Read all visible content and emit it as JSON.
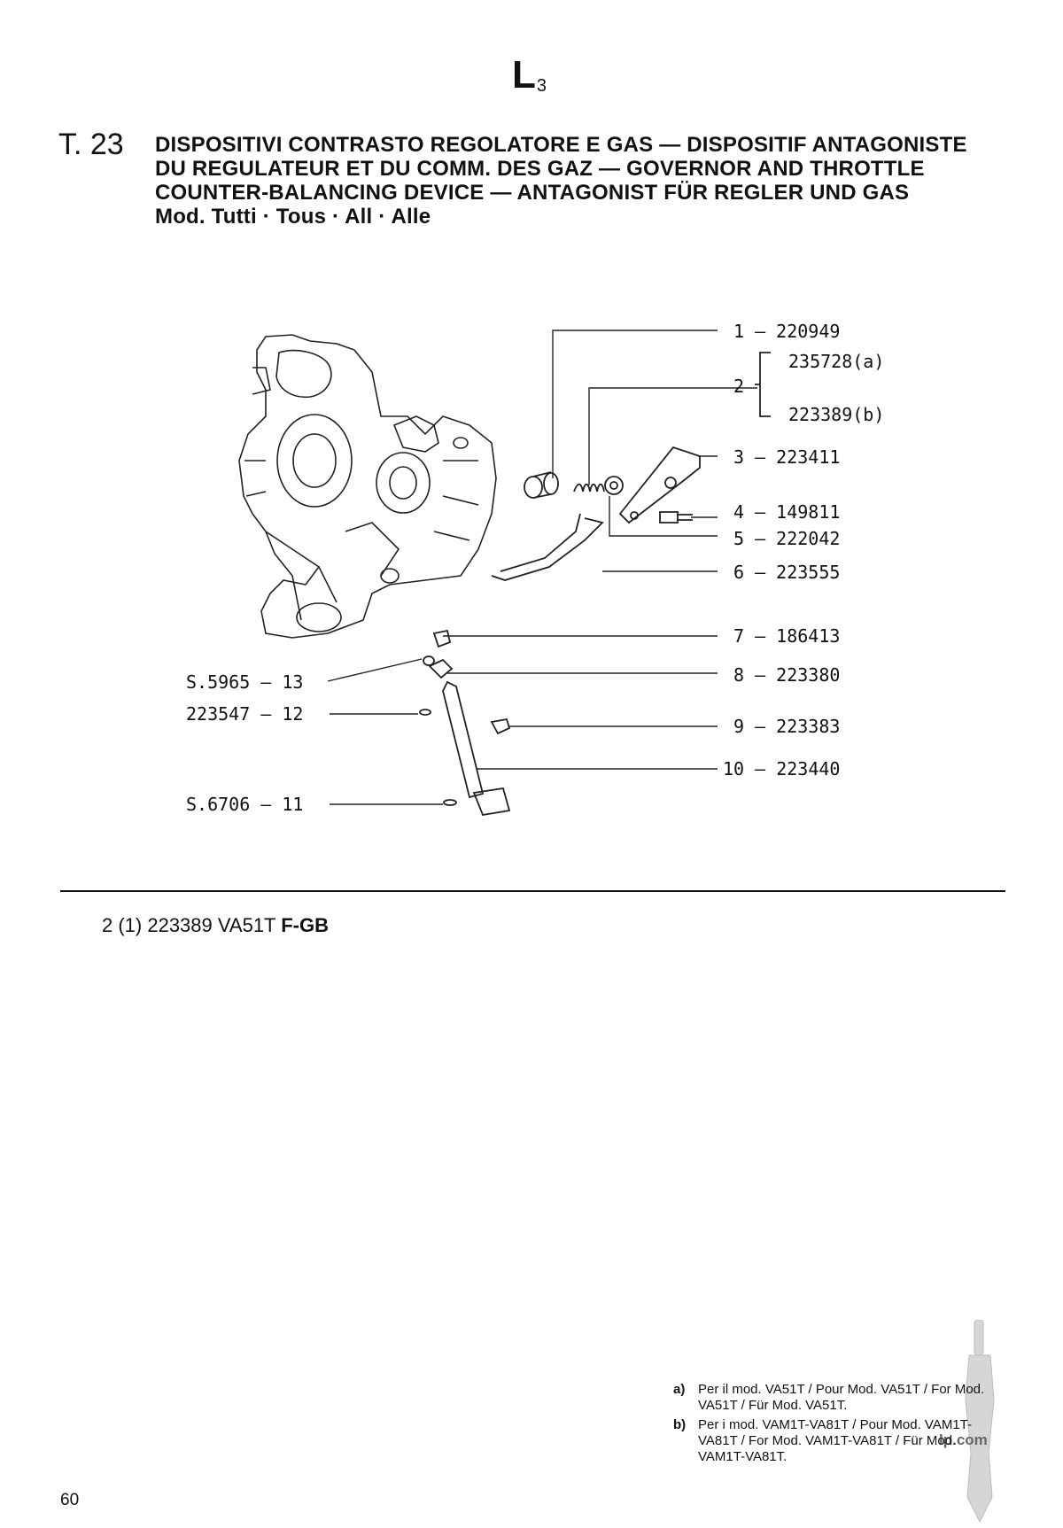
{
  "header": {
    "section_code": "L",
    "section_sub": "3",
    "table_number": "T. 23",
    "title_lines": [
      "DISPOSITIVI CONTRASTO REGOLATORE E GAS — DISPOSITIF ANTAGONISTE",
      "DU REGULATEUR ET DU COMM. DES GAZ — GOVERNOR AND THROTTLE",
      "COUNTER-BALANCING DEVICE — ANTAGONIST FÜR REGLER UND GAS",
      "Mod. Tutti · Tous · All · Alle"
    ]
  },
  "parts_right": [
    {
      "ref": "1",
      "code": "220949"
    },
    {
      "ref": "2",
      "code_a": "235728(a)",
      "code_b": "223389(b)"
    },
    {
      "ref": "3",
      "code": "223411"
    },
    {
      "ref": "4",
      "code": "149811"
    },
    {
      "ref": "5",
      "code": "222042"
    },
    {
      "ref": "6",
      "code": "223555"
    },
    {
      "ref": "7",
      "code": "186413"
    },
    {
      "ref": "8",
      "code": "223380"
    },
    {
      "ref": "9",
      "code": "223383"
    },
    {
      "ref": "10",
      "code": "223440"
    }
  ],
  "parts_left": [
    {
      "ref": "13",
      "code": "S.5965"
    },
    {
      "ref": "12",
      "code": "223547"
    },
    {
      "ref": "11",
      "code": "S.6706"
    }
  ],
  "note": {
    "text": "2 (1) 223389 VA51T",
    "bold": "F-GB"
  },
  "footnotes": [
    {
      "key": "a)",
      "text": "Per il mod. VA51T / Pour Mod. VA51T / For Mod. VA51T / Für Mod. VA51T."
    },
    {
      "key": "b)",
      "text": "Per i mod. VAM1T-VA81T / Pour Mod. VAM1T-VA81T / For Mod. VAM1T-VA81T / Für Mod. VAM1T-VA81T."
    }
  ],
  "page_number": "60",
  "watermark_text": "lp.com"
}
